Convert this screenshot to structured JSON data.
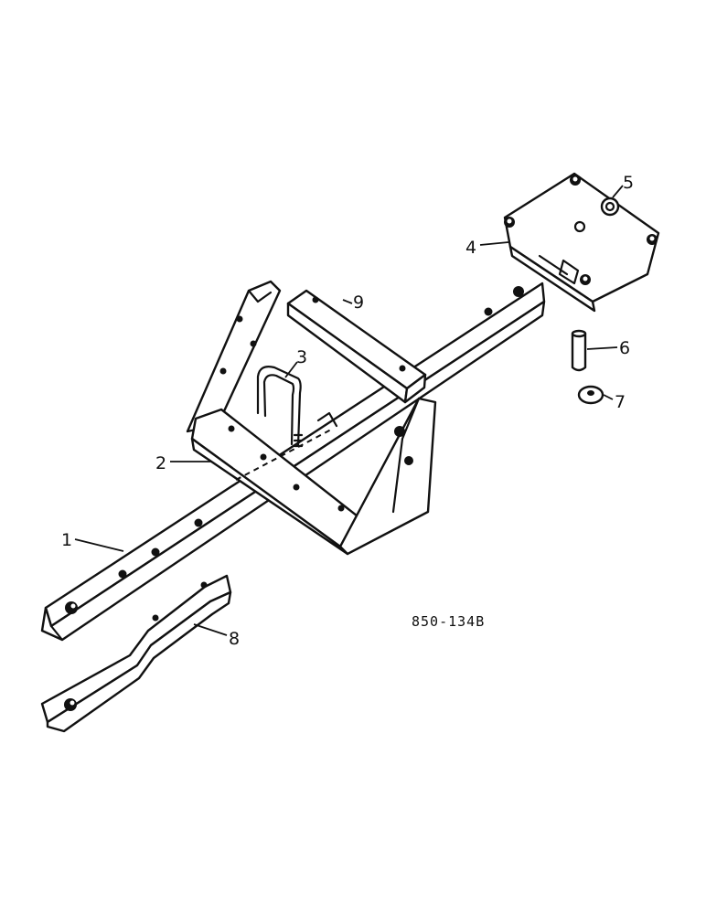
{
  "callouts": [
    {
      "id": "part-1",
      "label": "1"
    },
    {
      "id": "part-2",
      "label": "2"
    },
    {
      "id": "part-3",
      "label": "3"
    },
    {
      "id": "part-4",
      "label": "4"
    },
    {
      "id": "part-5",
      "label": "5"
    },
    {
      "id": "part-6",
      "label": "6"
    },
    {
      "id": "part-7",
      "label": "7"
    },
    {
      "id": "part-8",
      "label": "8"
    },
    {
      "id": "part-9",
      "label": "9"
    }
  ],
  "reference_code": "850-134B"
}
